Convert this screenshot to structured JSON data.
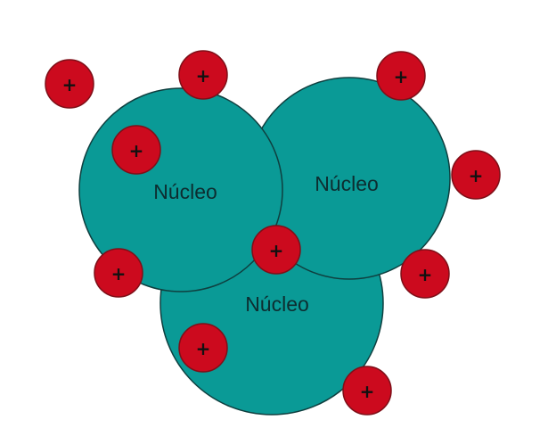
{
  "colors": {
    "nucleus_fill": "#0a9a96",
    "nucleus_stroke": "#0f3f3f",
    "proton_fill": "#cc0a1e",
    "proton_stroke": "#7e0f18",
    "text": "#0d2d30",
    "background": "#ffffff"
  },
  "nuclei": [
    {
      "label": "Núcleo"
    },
    {
      "label": "Núcleo"
    },
    {
      "label": "Núcleo"
    }
  ],
  "protons": [
    {
      "sign": "+"
    },
    {
      "sign": "+"
    },
    {
      "sign": "+"
    },
    {
      "sign": "+"
    },
    {
      "sign": "+"
    },
    {
      "sign": "+"
    },
    {
      "sign": "+"
    },
    {
      "sign": "+"
    },
    {
      "sign": "+"
    },
    {
      "sign": "+"
    },
    {
      "sign": "+"
    }
  ]
}
